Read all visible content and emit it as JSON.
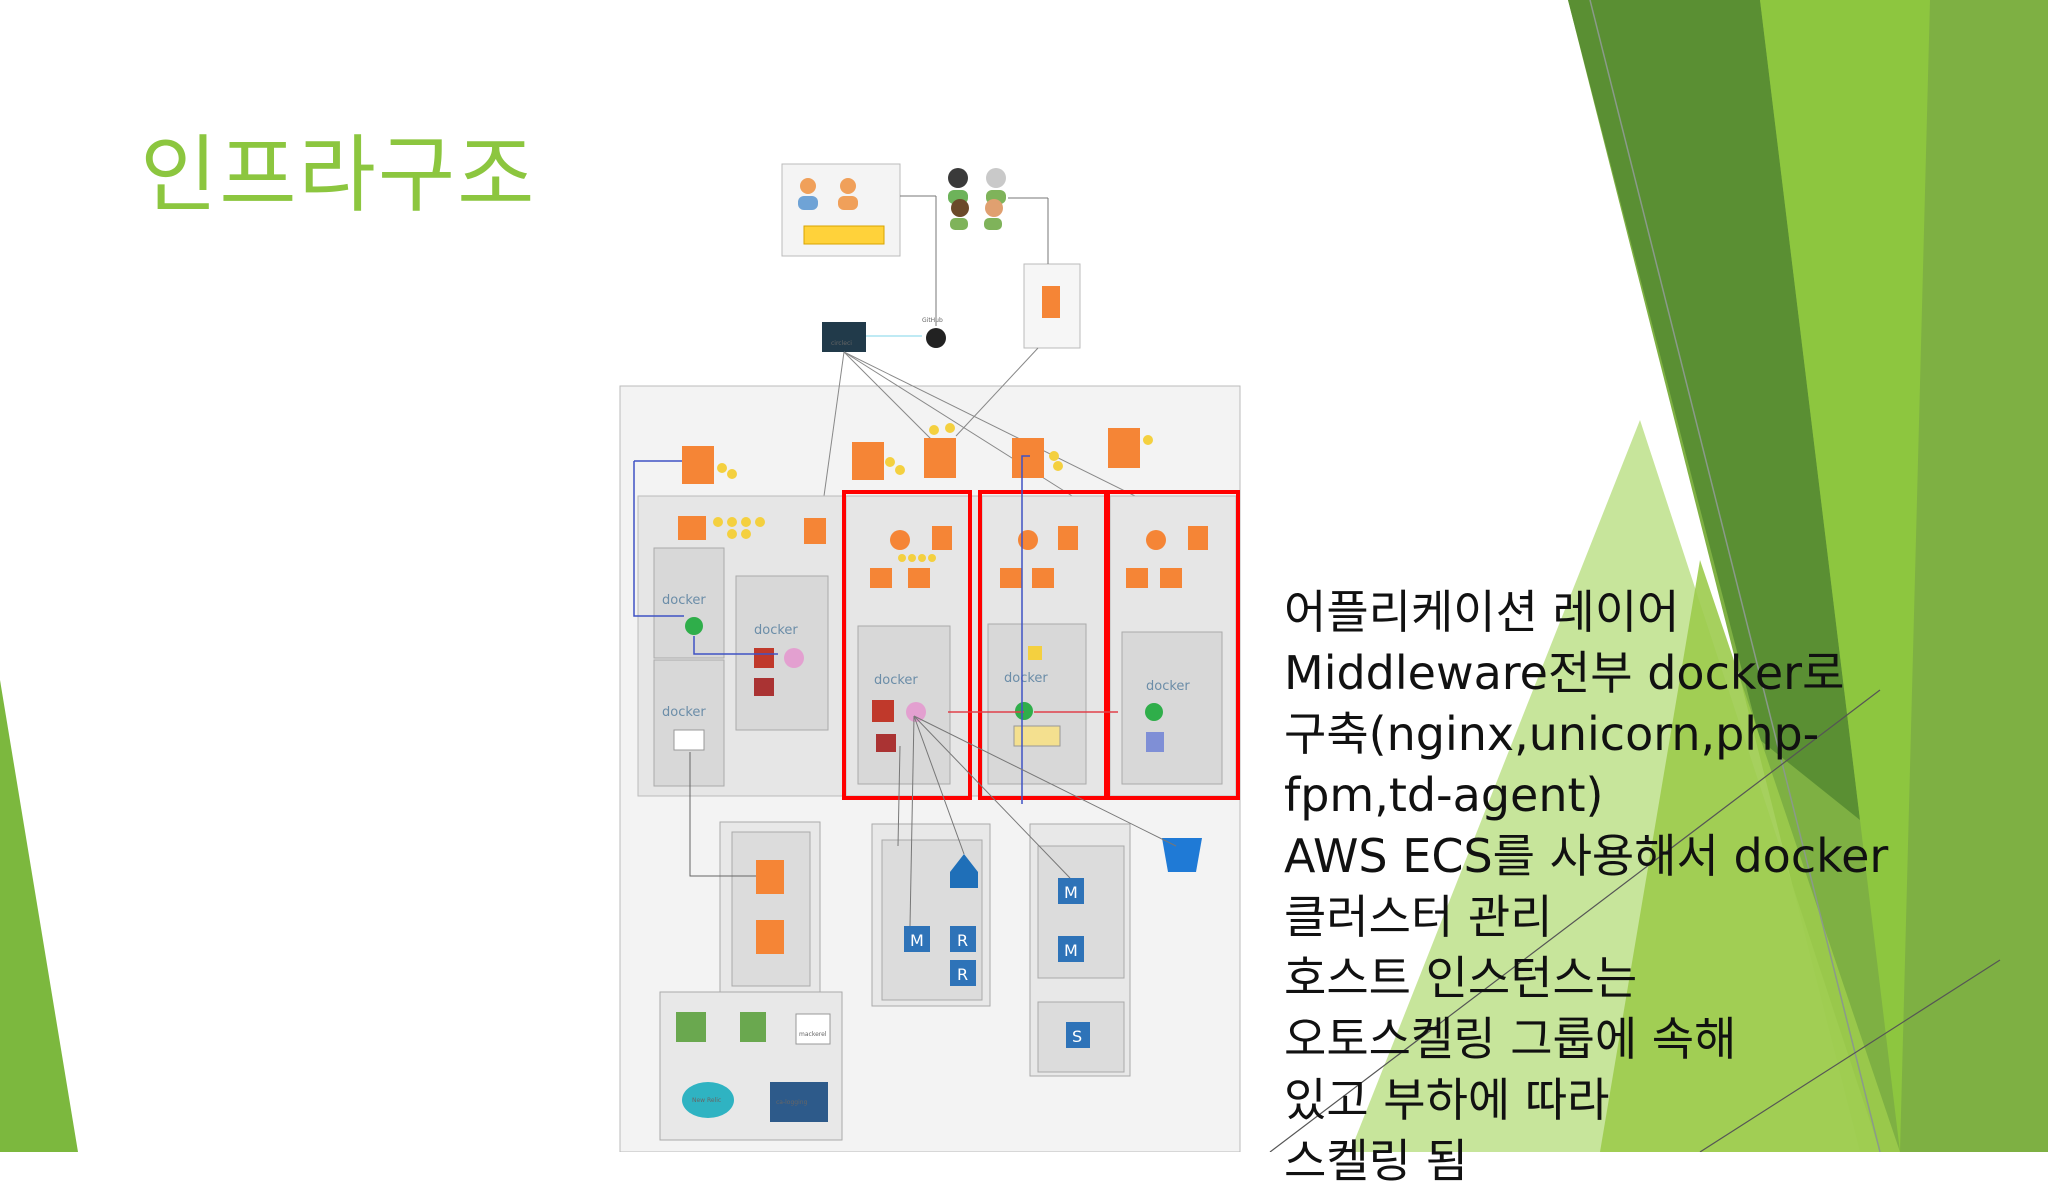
{
  "slide": {
    "title": "인프라구조",
    "body_lines": [
      "어플리케이션 레이어",
      "Middleware전부 docker로",
      "구축(nginx,unicorn,php-",
      "fpm,td-agent)",
      "AWS ECS를 사용해서 docker",
      "클러스터 관리",
      "호스트 인스턴스는",
      "오토스켈링 그룹에 속해",
      "있고 부하에 따라",
      "스켈링 됨"
    ]
  },
  "diagram": {
    "top_labels": {
      "github": "GitHub",
      "circleci": "circleci"
    },
    "docker_label": "docker",
    "box_labels": {
      "m": "M",
      "r": "R",
      "s": "S",
      "newrelic": "New Relic",
      "mackerel": "mackerel",
      "logging": "ca-logging"
    }
  },
  "colors": {
    "accent_green": "#8cc63f",
    "dark_green": "#4f8a2a",
    "highlight_red": "#ff0000",
    "aws_orange": "#f58536"
  }
}
